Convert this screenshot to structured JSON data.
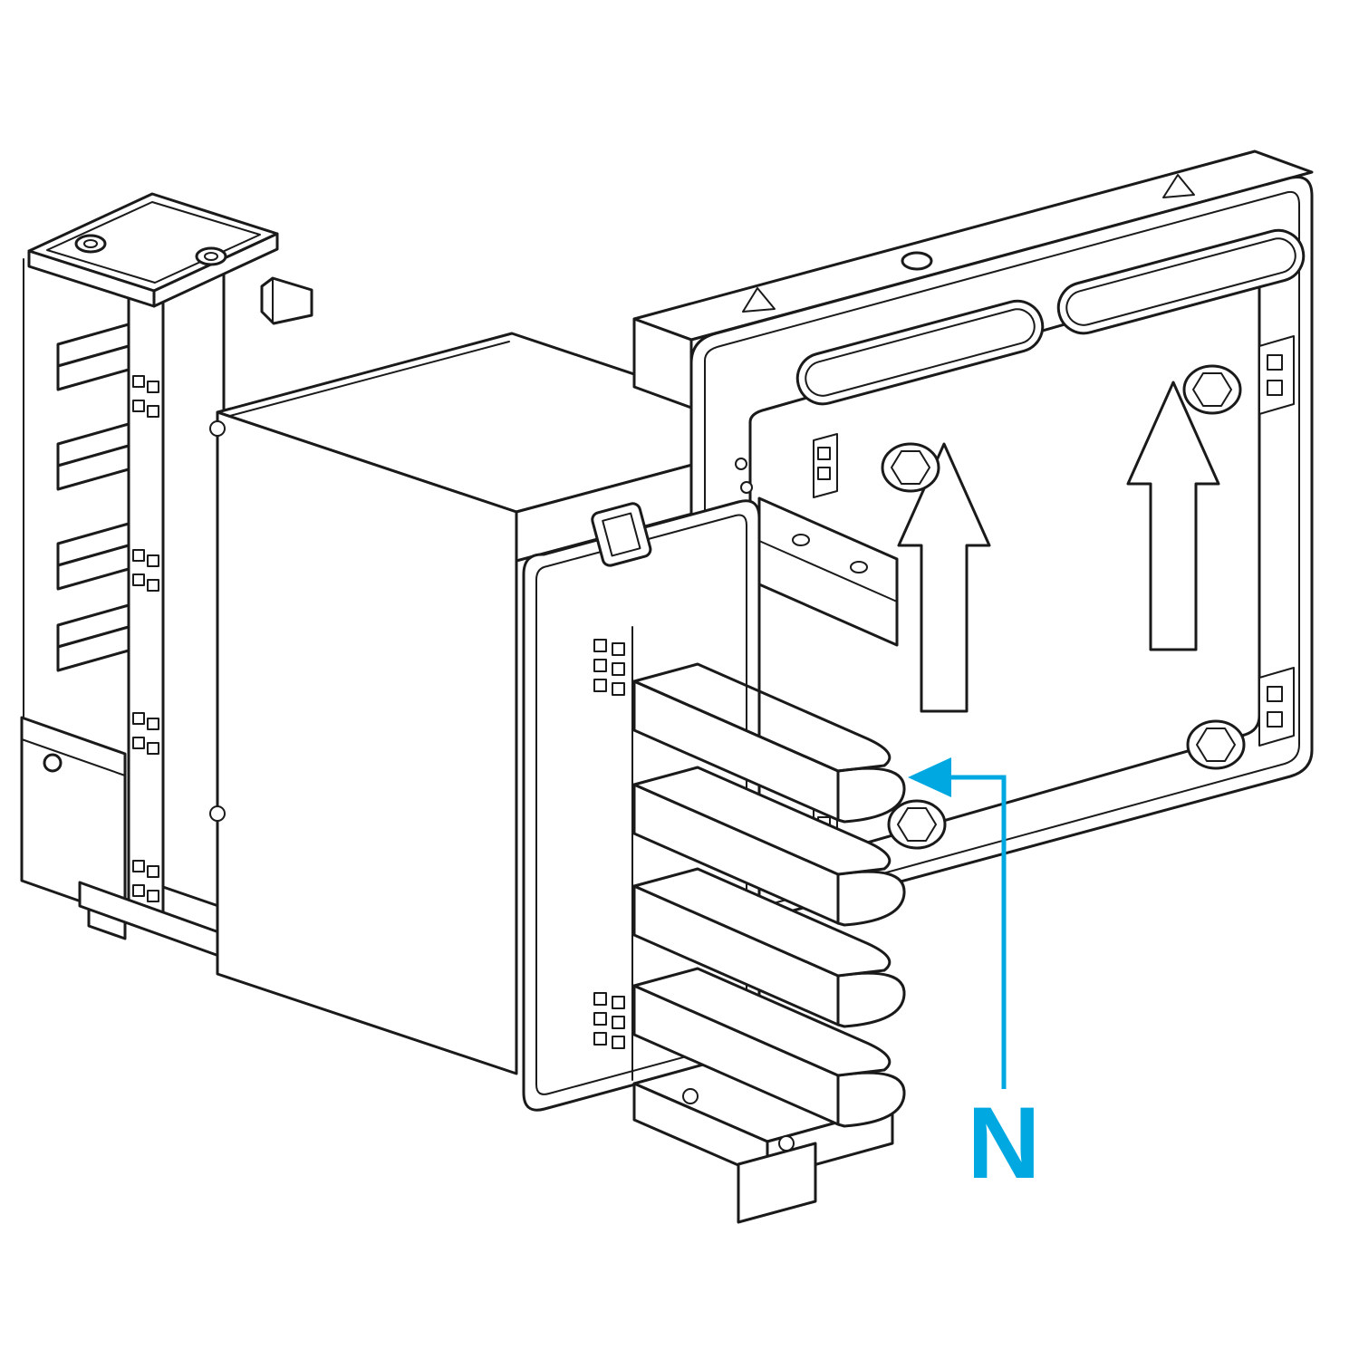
{
  "diagram": {
    "label_neutral": "N",
    "accent_color": "#00A8E1",
    "line_color": "#1A1A1A",
    "background_color": "#FFFFFF",
    "icons": {
      "direction_arrow": "up-arrow",
      "fastener": "hex-bolt"
    }
  }
}
